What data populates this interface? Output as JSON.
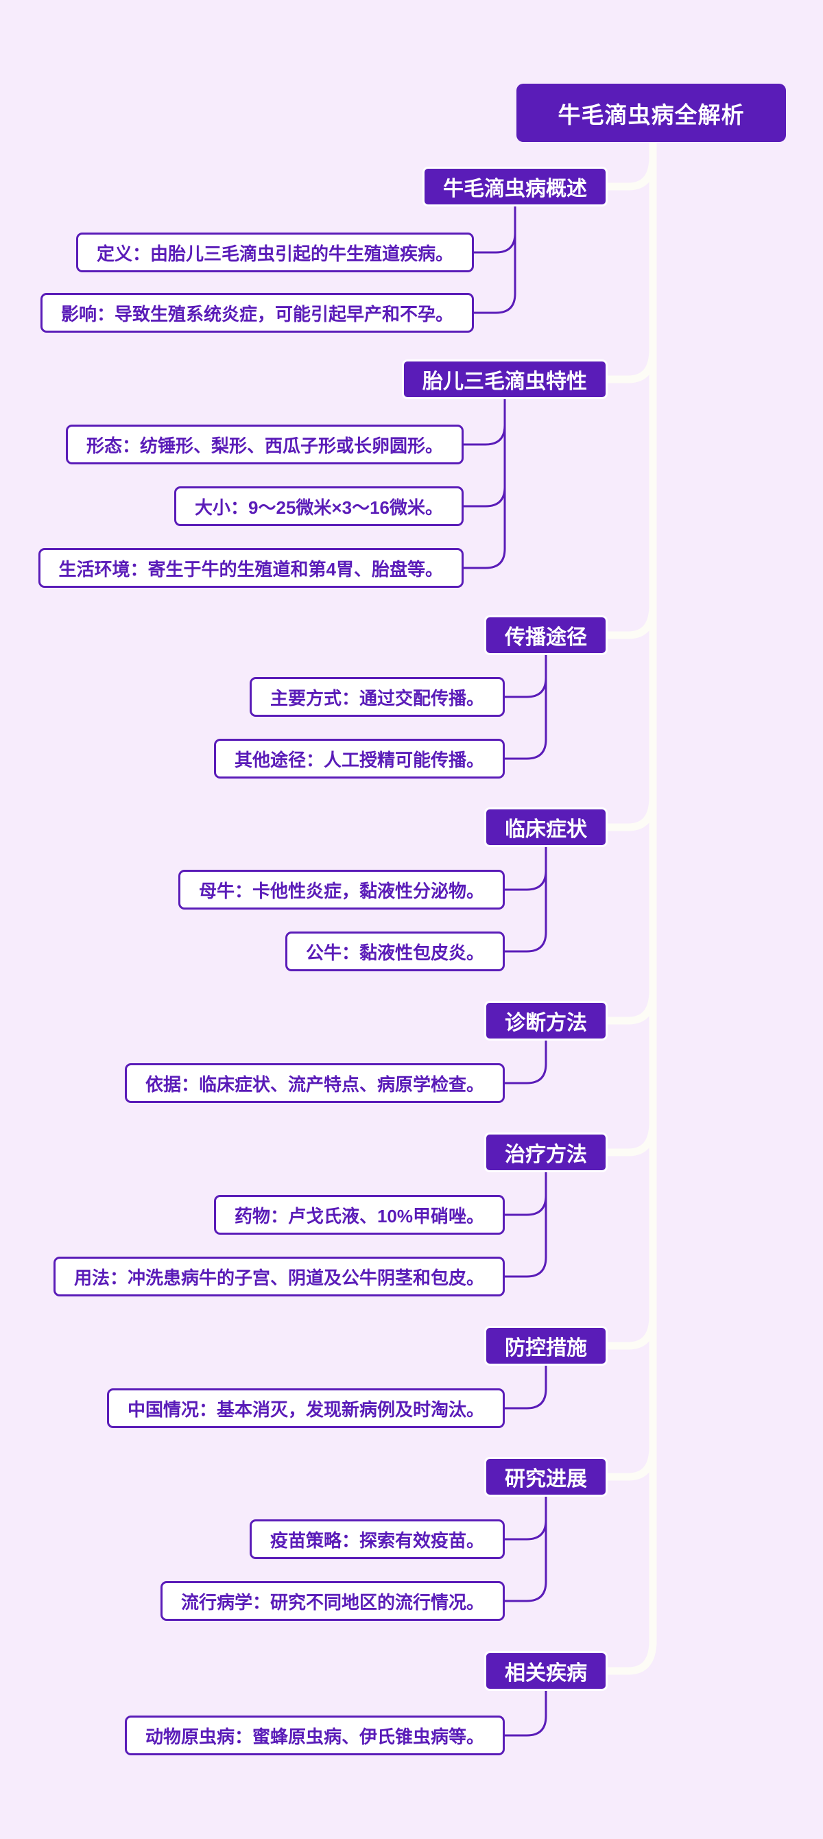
{
  "title": "牛毛滴虫病全解析",
  "theme": {
    "accent_purple": "#5a1cb8",
    "background_lavender": "#f7ecfc",
    "spine_white": "#fdfcf6",
    "node_text_white": "#ffffff"
  },
  "sections": [
    {
      "label": "牛毛滴虫病概述",
      "children": [
        {
          "text": "定义：由胎儿三毛滴虫引起的牛生殖道疾病。"
        },
        {
          "text": "影响：导致生殖系统炎症，可能引起早产和不孕。"
        }
      ]
    },
    {
      "label": "胎儿三毛滴虫特性",
      "children": [
        {
          "text": "形态：纺锤形、梨形、西瓜子形或长卵圆形。"
        },
        {
          "text": "大小：9～25微米×3～16微米。"
        },
        {
          "text": "生活环境：寄生于牛的生殖道和第4胃、胎盘等。"
        }
      ]
    },
    {
      "label": "传播途径",
      "children": [
        {
          "text": "主要方式：通过交配传播。"
        },
        {
          "text": "其他途径：人工授精可能传播。"
        }
      ]
    },
    {
      "label": "临床症状",
      "children": [
        {
          "text": "母牛：卡他性炎症，黏液性分泌物。"
        },
        {
          "text": "公牛：黏液性包皮炎。"
        }
      ]
    },
    {
      "label": "诊断方法",
      "children": [
        {
          "text": "依据：临床症状、流产特点、病原学检查。"
        }
      ]
    },
    {
      "label": "治疗方法",
      "children": [
        {
          "text": "药物：卢戈氏液、10%甲硝唑。"
        },
        {
          "text": "用法：冲洗患病牛的子宫、阴道及公牛阴茎和包皮。"
        }
      ]
    },
    {
      "label": "防控措施",
      "children": [
        {
          "text": "中国情况：基本消灭，发现新病例及时淘汰。"
        }
      ]
    },
    {
      "label": "研究进展",
      "children": [
        {
          "text": "疫苗策略：探索有效疫苗。"
        },
        {
          "text": "流行病学：研究不同地区的流行情况。"
        }
      ]
    },
    {
      "label": "相关疾病",
      "children": [
        {
          "text": "动物原虫病：蜜蜂原虫病、伊氏锥虫病等。"
        }
      ]
    }
  ]
}
